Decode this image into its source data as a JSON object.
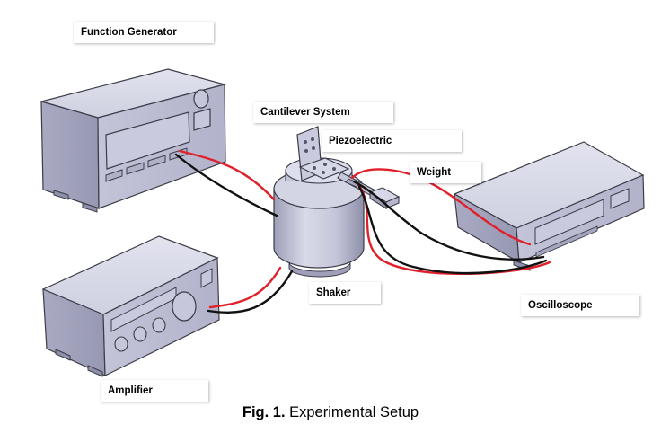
{
  "labels": {
    "function_generator": "Function Generator",
    "cantilever_system": "Cantilever System",
    "piezoelectric": "Piezoelectric",
    "weight": "Weight",
    "shaker": "Shaker",
    "oscilloscope": "Oscilloscope",
    "amplifier": "Amplifier"
  },
  "caption": {
    "prefix": "Fig. 1.",
    "text": " Experimental Setup"
  },
  "colors": {
    "device_body": "#c8c9dc",
    "device_face": "#b7b8cf",
    "device_edge": "#3c3c48",
    "wire_red": "#e0212b",
    "wire_black": "#111111"
  }
}
